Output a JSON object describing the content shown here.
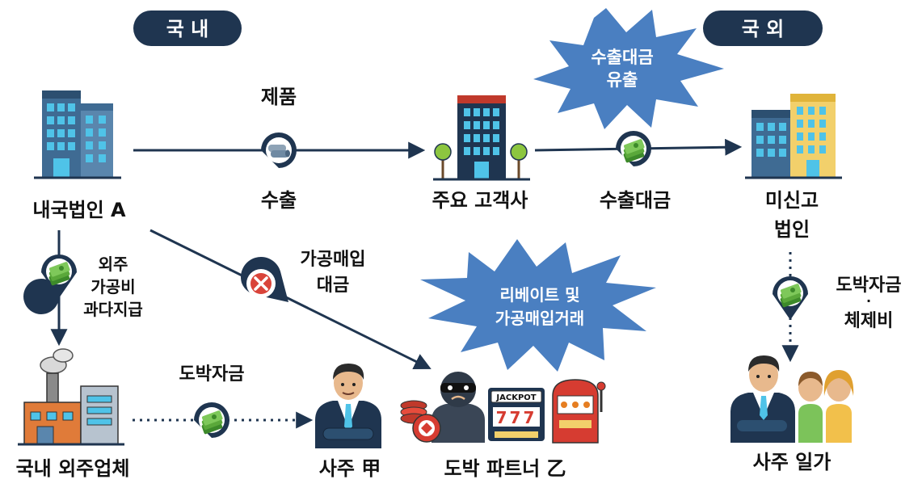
{
  "headers": {
    "domestic": "국 내",
    "overseas": "국 외"
  },
  "nodes": {
    "corp_a": "내국법인 A",
    "main_customer": "주요 고객사",
    "unreported_corp_line1": "미신고",
    "unreported_corp_line2": "법인",
    "domestic_subcontractor": "국내 외주업체",
    "owner_gap": "사주 甲",
    "gambling_partner": "도박 파트너 乙",
    "owner_family": "사주 일가"
  },
  "edges": {
    "product_label": "제품",
    "export_label": "수출",
    "export_proceeds": "수출대금",
    "outsourcing_line1": "외주",
    "outsourcing_line2": "가공비",
    "outsourcing_line3": "과다지급",
    "fake_purchase_line1": "가공매입",
    "fake_purchase_line2": "대금",
    "gambling_funds": "도박자금",
    "gambling_stay_line1": "도박자금",
    "gambling_stay_dot": "·",
    "gambling_stay_line2": "체제비"
  },
  "bursts": {
    "export_leak_line1": "수출대금",
    "export_leak_line2": "유출",
    "rebate_line1": "리베이트 및",
    "rebate_line2": "가공매입거래"
  },
  "slot_text": "JACKPOT",
  "slot_digits": "777",
  "colors": {
    "navy": "#1f3550",
    "burst_blue": "#4a7fc1",
    "money_green": "#5aa83a",
    "building_blue": "#3f6b93",
    "window_cyan": "#4fc3e8",
    "red_x": "#d9443a"
  },
  "icons": {
    "corp_a": "office-building-icon",
    "main_customer": "office-tower-icon",
    "unreported_corp": "office-buildings-icon",
    "domestic_subcontractor": "factory-icon",
    "owner_gap": "businessman-icon",
    "gambling_partner": "masked-thief-icon",
    "owner_family": "family-icon",
    "money": "money-stack-icon",
    "fabric_roll": "fabric-roll-icon",
    "invalid": "x-mark-icon",
    "casino_chips": "casino-chips-icon",
    "slot_machine": "slot-machine-icon"
  }
}
